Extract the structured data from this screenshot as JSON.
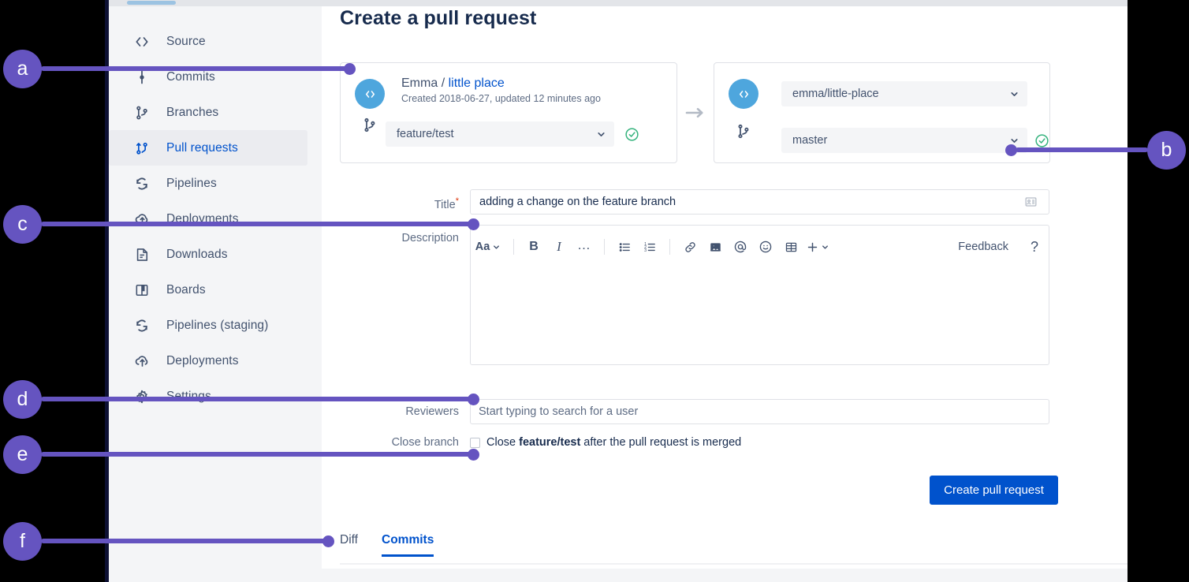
{
  "window": {
    "accent_purple": "#6554c0",
    "link_blue": "#0052cc",
    "title_navy": "#172b4d"
  },
  "sidebar": {
    "items": [
      {
        "label": "Source",
        "icon": "code-brackets-icon",
        "active": false
      },
      {
        "label": "Commits",
        "icon": "commits-icon",
        "active": false
      },
      {
        "label": "Branches",
        "icon": "branches-icon",
        "active": false
      },
      {
        "label": "Pull requests",
        "icon": "pull-request-icon",
        "active": true
      },
      {
        "label": "Pipelines",
        "icon": "pipelines-icon",
        "active": false
      },
      {
        "label": "Deployments",
        "icon": "deployments-icon",
        "active": false
      },
      {
        "label": "Downloads",
        "icon": "downloads-icon",
        "active": false
      },
      {
        "label": "Boards",
        "icon": "boards-icon",
        "active": false
      },
      {
        "label": "Pipelines (staging)",
        "icon": "pipelines-icon",
        "active": false
      },
      {
        "label": "Deployments",
        "icon": "deployments-icon",
        "active": false
      },
      {
        "label": "Settings",
        "icon": "gear-icon",
        "active": false
      }
    ]
  },
  "main": {
    "page_title": "Create a pull request",
    "source": {
      "owner": "Emma",
      "separator": "/",
      "repo_link": "little place",
      "meta": "Created 2018-06-27, updated 12 minutes ago",
      "branch_value": "feature/test",
      "status_icon": "check-circle-icon"
    },
    "destination": {
      "repo_value": "emma/little-place",
      "branch_value": "master",
      "status_icon": "check-circle-icon"
    },
    "title_field": {
      "label": "Title",
      "required_marker": "*",
      "value": "adding a change on the feature branch",
      "trailing_icon": "form-card-icon"
    },
    "description_field": {
      "label": "Description",
      "toolbar": {
        "text_style_label": "Aa",
        "bold_label": "B",
        "italic_label": "I",
        "more_label": "…",
        "items": [
          "text-style-icon",
          "bold-icon",
          "italic-icon",
          "more-formatting-icon",
          "bullet-list-icon",
          "numbered-list-icon",
          "link-icon",
          "image-icon",
          "mention-icon",
          "emoji-icon",
          "table-icon",
          "insert-plus-icon"
        ],
        "feedback_label": "Feedback",
        "help_label": "?"
      },
      "value": ""
    },
    "reviewers_field": {
      "label": "Reviewers",
      "placeholder": "Start typing to search for a user",
      "value": ""
    },
    "close_branch_field": {
      "label": "Close branch",
      "checked": false,
      "text_before": "Close ",
      "branch_name": "feature/test",
      "text_after": " after the pull request is merged"
    },
    "submit_button": "Create pull request",
    "tabs": [
      {
        "label": "Diff",
        "selected": false
      },
      {
        "label": "Commits",
        "selected": true
      }
    ]
  },
  "annotations": [
    {
      "id": "a",
      "label": "a"
    },
    {
      "id": "b",
      "label": "b"
    },
    {
      "id": "c",
      "label": "c"
    },
    {
      "id": "d",
      "label": "d"
    },
    {
      "id": "e",
      "label": "e"
    },
    {
      "id": "f",
      "label": "f"
    }
  ]
}
